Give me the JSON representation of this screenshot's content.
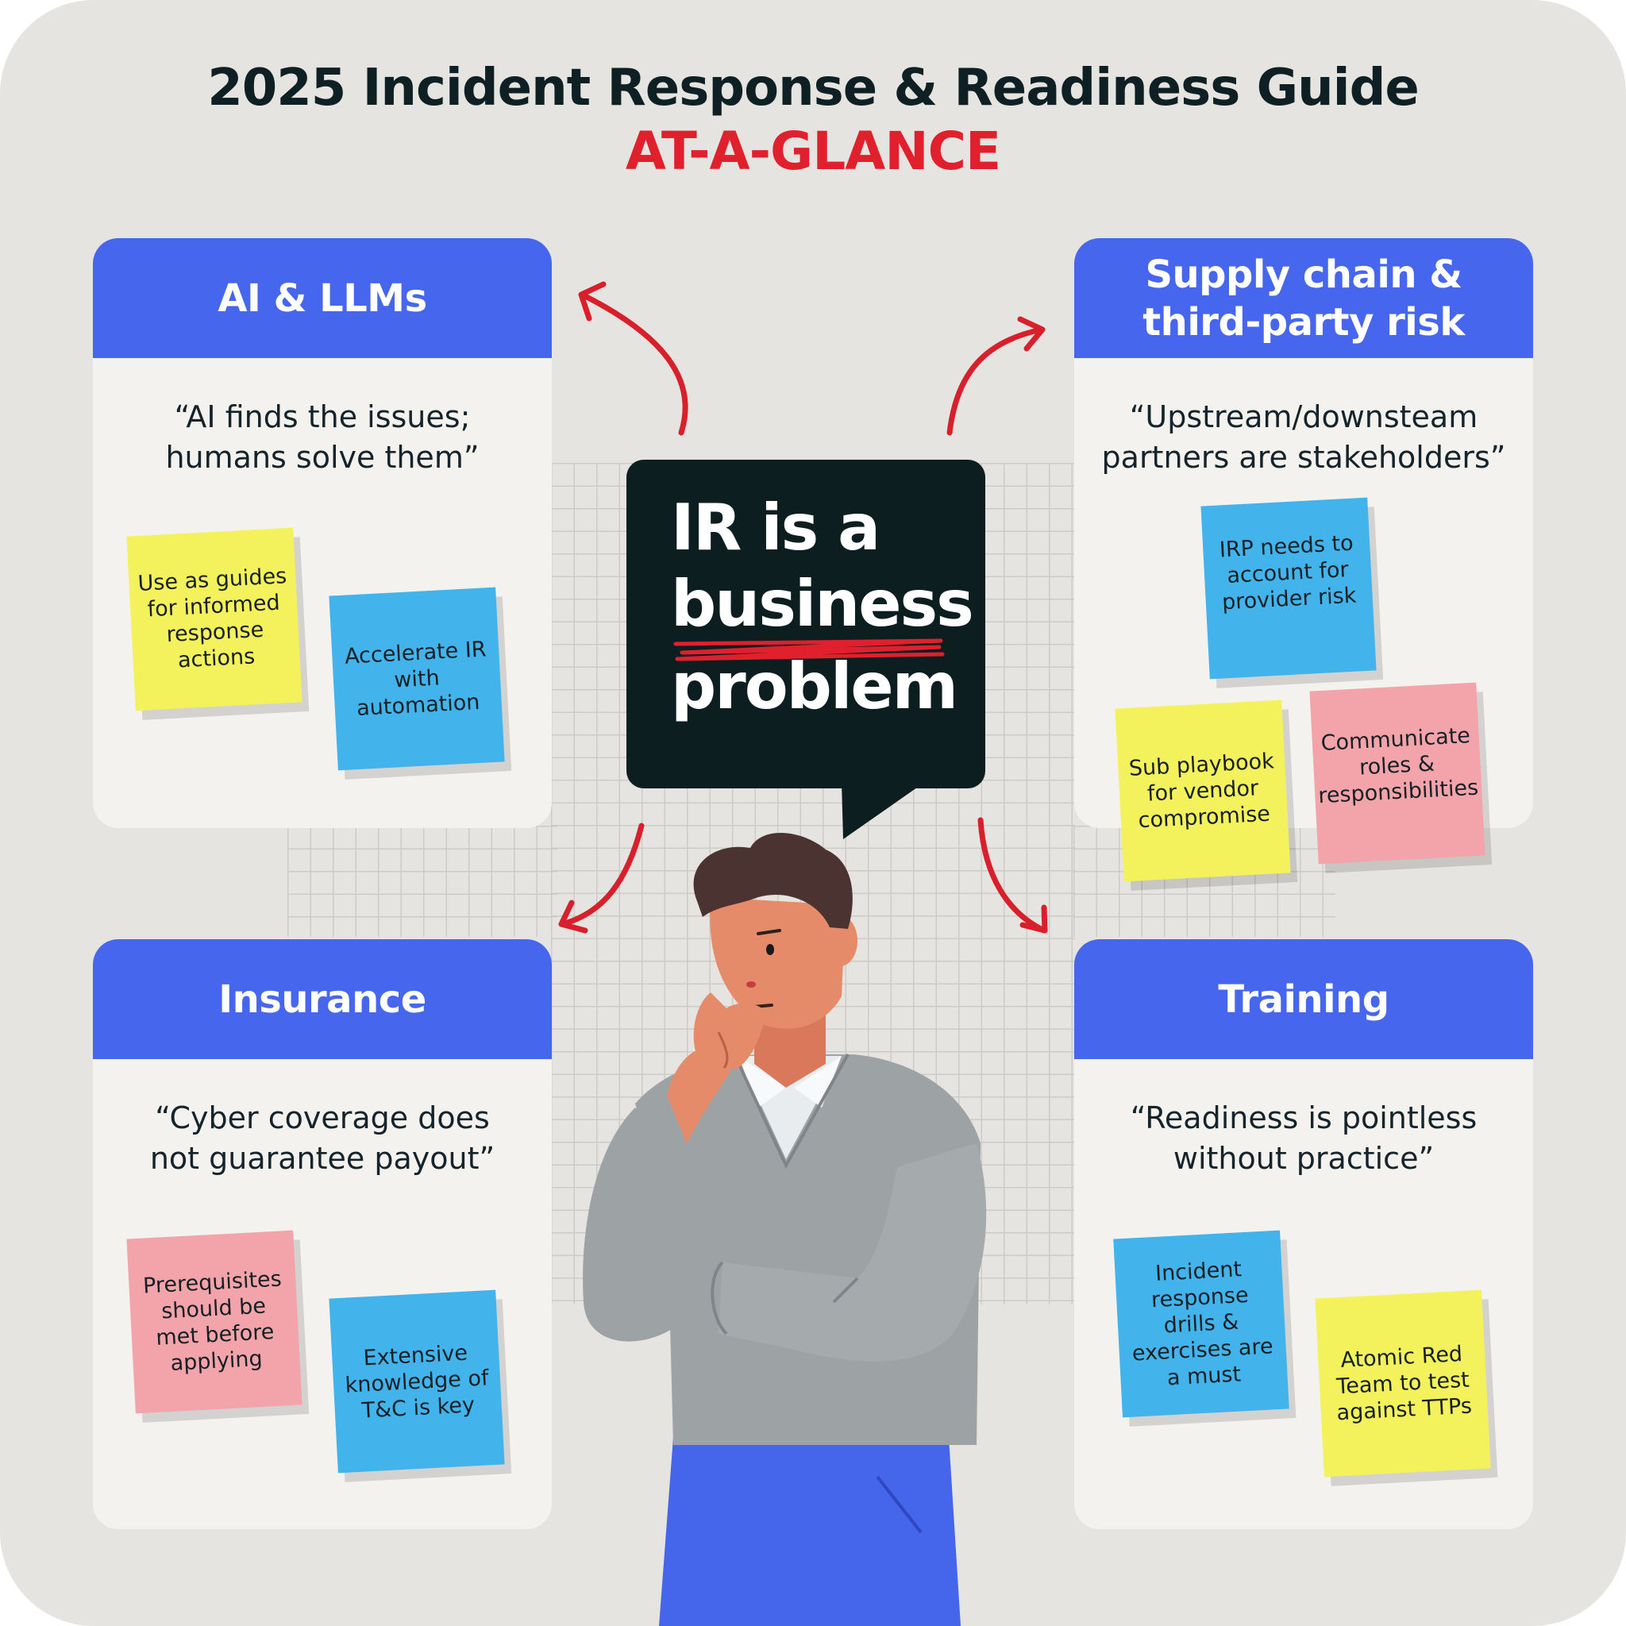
{
  "header": {
    "title": "2025 Incident Response & Readiness Guide",
    "subtitle": "AT-A-GLANCE"
  },
  "center": {
    "line1": "IR is a",
    "line2": "business",
    "line3": "problem"
  },
  "sections": [
    {
      "title": "AI & LLMs",
      "quote": "“AI finds the issues; humans solve them”",
      "notes": [
        "Use as guides for informed response actions",
        "Accelerate IR with automation"
      ]
    },
    {
      "title": "Supply chain & third-party risk",
      "quote": "“Upstream/downsteam partners are stakeholders”",
      "notes": [
        "IRP needs to account for provider risk",
        "Sub playbook for vendor compromise",
        "Communicate roles & responsibilities"
      ]
    },
    {
      "title": "Insurance",
      "quote": "“Cyber coverage does not guarantee payout”",
      "notes": [
        "Prerequisites should be met before applying",
        "Extensive knowledge of T&C is key"
      ]
    },
    {
      "title": "Training",
      "quote": "“Readiness is pointless without practice”",
      "notes": [
        "Incident response drills & exercises are a must",
        "Atomic Red Team to test against TTPs"
      ]
    }
  ],
  "colors": {
    "background": "#e6e4e0",
    "card_header": "#4766ee",
    "accent_red": "#e0202d",
    "dark": "#0c1e20",
    "note_yellow": "#f3f25c",
    "note_blue": "#43b3ec",
    "note_pink": "#f2a4aa"
  }
}
